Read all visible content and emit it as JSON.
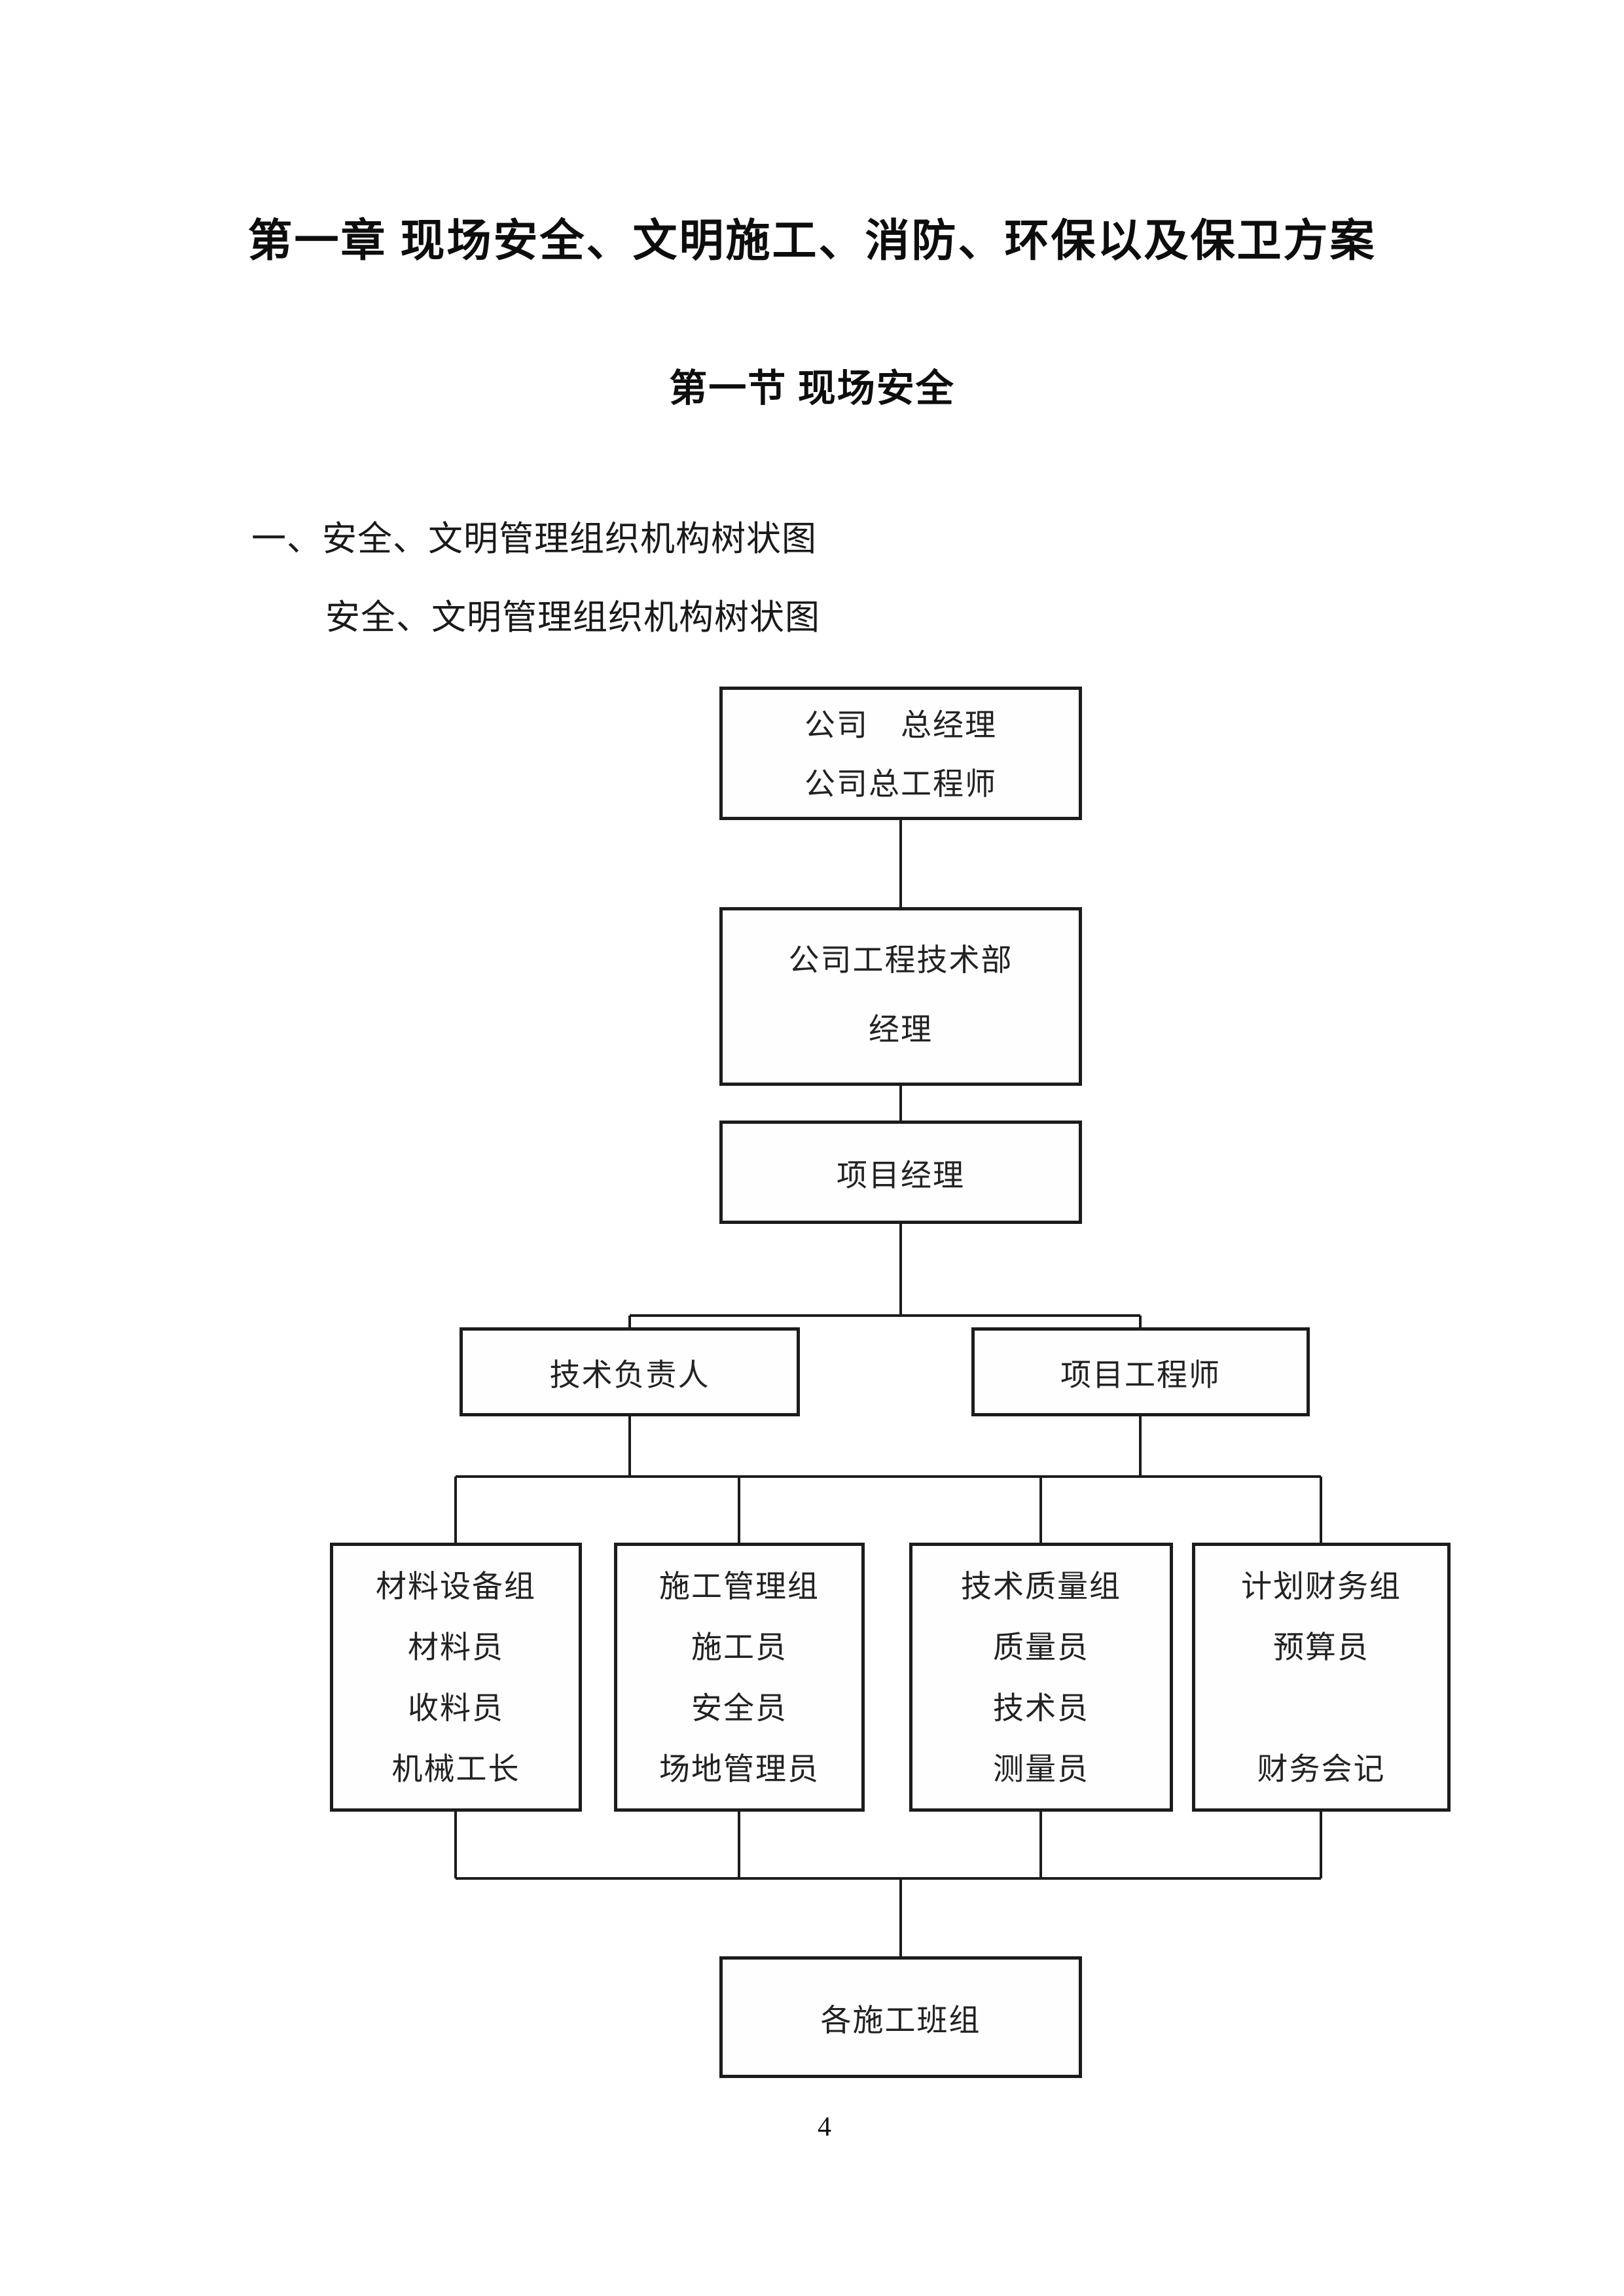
{
  "page": {
    "title": "第一章 现场安全、文明施工、消防、环保以及保卫方案",
    "subtitle": "第一节 现场安全",
    "paragraph1": "一、安全、文明管理组织机构树状图",
    "paragraph2": "安全、文明管理组织机构树状图",
    "page_number": "4"
  },
  "colors": {
    "ink": "#1c1c1c",
    "background": "#ffffff"
  },
  "diagram": {
    "type": "org-chart",
    "title": "安全、文明管理组织机构树状图",
    "boxes": [
      {
        "id": "company-top",
        "lines": [
          "公司　总经理",
          "公司总工程师"
        ]
      },
      {
        "id": "eng-tech-dept",
        "lines": [
          "公司工程技术部",
          "经理"
        ]
      },
      {
        "id": "project-manager",
        "lines": [
          "项目经理"
        ]
      },
      {
        "id": "tech-lead",
        "lines": [
          "技术负责人"
        ]
      },
      {
        "id": "project-engineer",
        "lines": [
          "项目工程师"
        ]
      },
      {
        "id": "material-equipment-group",
        "lines": [
          "材料设备组",
          "材料员",
          "收料员",
          "机械工长"
        ]
      },
      {
        "id": "construction-mgmt-group",
        "lines": [
          "施工管理组",
          "施工员",
          "安全员",
          "场地管理员"
        ]
      },
      {
        "id": "tech-quality-group",
        "lines": [
          "技术质量组",
          "质量员",
          "技术员",
          "测量员"
        ]
      },
      {
        "id": "plan-finance-group",
        "lines": [
          "计划财务组",
          "预算员",
          "",
          "财务会记"
        ]
      },
      {
        "id": "construction-crews",
        "lines": [
          "各施工班组"
        ]
      }
    ],
    "edges": [
      "company-top -> eng-tech-dept",
      "eng-tech-dept -> project-manager",
      "project-manager -> tech-lead",
      "project-manager -> project-engineer",
      "tech-lead -> material-equipment-group",
      "tech-lead -> construction-mgmt-group",
      "project-engineer -> tech-quality-group",
      "project-engineer -> plan-finance-group",
      "material-equipment-group -> construction-crews",
      "construction-mgmt-group -> construction-crews",
      "tech-quality-group -> construction-crews",
      "plan-finance-group -> construction-crews"
    ]
  }
}
